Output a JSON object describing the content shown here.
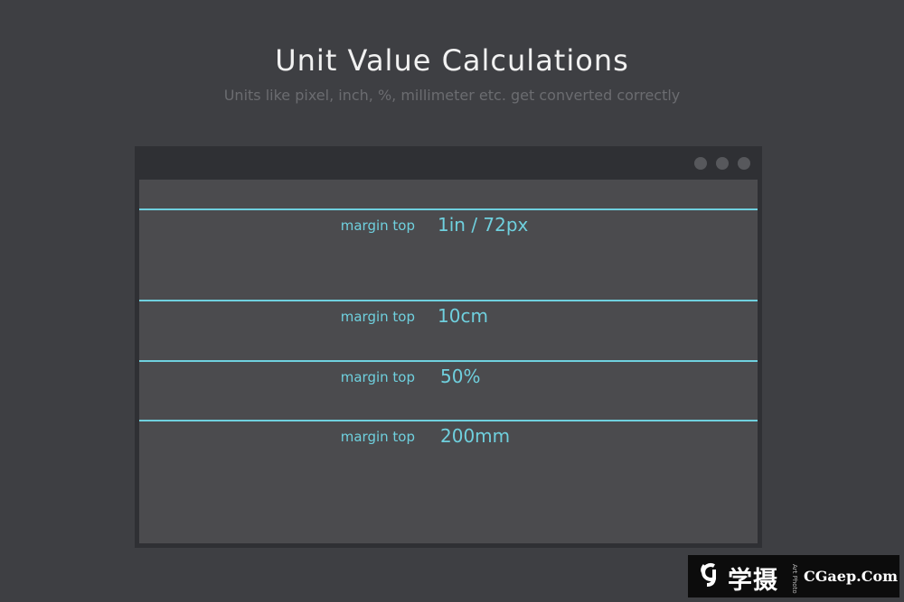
{
  "header": {
    "title": "Unit Value Calculations",
    "subtitle": "Units like pixel, inch, %, millimeter etc. get converted correctly"
  },
  "window": {
    "controls": [
      "dot-icon",
      "dot-icon",
      "dot-icon"
    ]
  },
  "rows": [
    {
      "label": "margin top",
      "value": "1in / 72px"
    },
    {
      "label": "margin top",
      "value": "10cm"
    },
    {
      "label": "margin top",
      "value": "50%"
    },
    {
      "label": "margin top",
      "value": "200mm"
    }
  ],
  "watermark": {
    "brand_cn": "学摄",
    "brand_small": "Art Photo",
    "site": "CGaep.Com"
  },
  "colors": {
    "background": "#3e3f43",
    "accent": "#6fd0de",
    "window": "#2f3034",
    "viewport": "#4b4b4e"
  }
}
